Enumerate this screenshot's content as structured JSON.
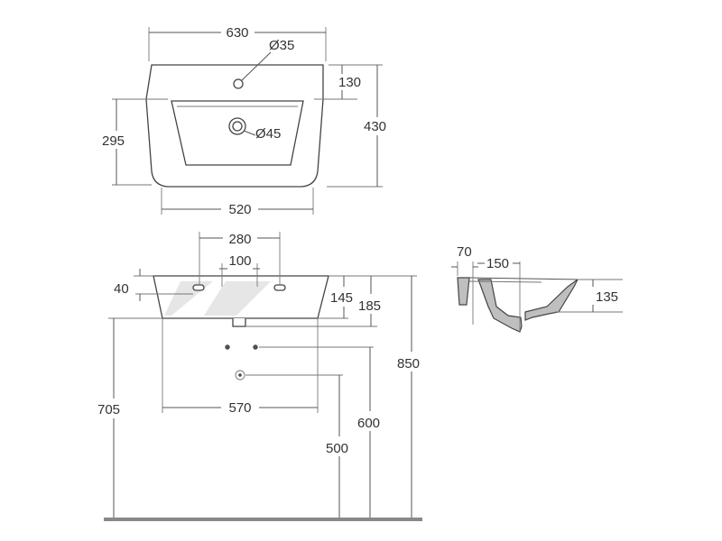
{
  "colors": {
    "line": "#555555",
    "text": "#333333",
    "ground": "#888888",
    "section_fill": "#bfbfbf"
  },
  "top_view": {
    "width_total": "630",
    "tap_hole": "Ø35",
    "rear_depth": "130",
    "bowl_depth": "295",
    "depth_total": "430",
    "waste_hole": "Ø45",
    "bowl_width": "520"
  },
  "front_view": {
    "fixing_centres": "280",
    "waste_offset": "100",
    "rim_offset": "40",
    "front_height": "145",
    "rear_height": "185",
    "basin_height": "850",
    "underside_height": "705",
    "fixing_width": "570",
    "bracket_height": "600",
    "waste_height": "500"
  },
  "side_view": {
    "wall_thickness": "70",
    "waste_distance": "150",
    "bowl_height": "135"
  }
}
